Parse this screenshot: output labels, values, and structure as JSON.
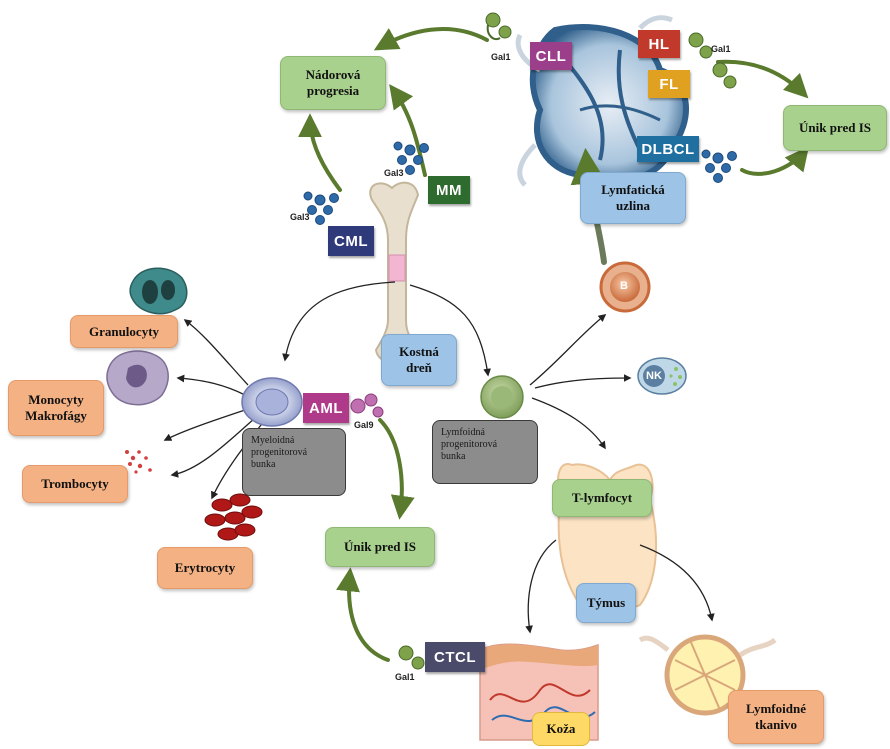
{
  "boxes": {
    "nadorova": "Nádorová\nprogresia",
    "unik_top": "Únik pred IS",
    "lymf_uzlina": "Lymfatická\nuzlina",
    "kostna": "Kostná\ndreň",
    "granulocyty": "Granulocyty",
    "monocyty": "Monocyty\nMakrofágy",
    "trombocyty": "Trombocyty",
    "erytrocyty": "Erytrocyty",
    "myeloid": "Myeloidná\nprogenitorová\nbunka",
    "lymfoid": "Lymfoidná\nprogenitorová\nbunka",
    "unik_mid": "Únik pred IS",
    "tlymf": "T-lymfocyt",
    "tymus": "Týmus",
    "koza": "Koža",
    "lymfoidne_tkanivo": "Lymfoidné\ntkanivo"
  },
  "tags": {
    "cll": "CLL",
    "hl": "HL",
    "fl": "FL",
    "dlbcl": "DLBCL",
    "mm": "MM",
    "cml": "CML",
    "aml": "AML",
    "ctcl": "CTCL"
  },
  "cells": {
    "b": "B",
    "nk": "NK"
  },
  "gal": {
    "gal1_top": "Gal1",
    "gal1_right": "Gal1",
    "gal3_mm": "Gal3",
    "gal3_cml": "Gal3",
    "gal9": "Gal9",
    "gal1_ctcl": "Gal1"
  },
  "colors": {
    "green_box": "#a9d18e",
    "salmon_box": "#f4b183",
    "blue_box": "#9dc3e6",
    "gray_box": "#8c8c8c",
    "arrow_green": "#5a7a2e",
    "tag_cll": "#9b3f8a",
    "tag_hl": "#c0392b",
    "tag_fl": "#e0a020",
    "tag_dlbcl": "#1f6fa0",
    "tag_mm": "#2e6b2e",
    "tag_cml": "#2e3a7a",
    "tag_aml": "#b03a8a",
    "tag_ctcl": "#4a4a6a"
  }
}
